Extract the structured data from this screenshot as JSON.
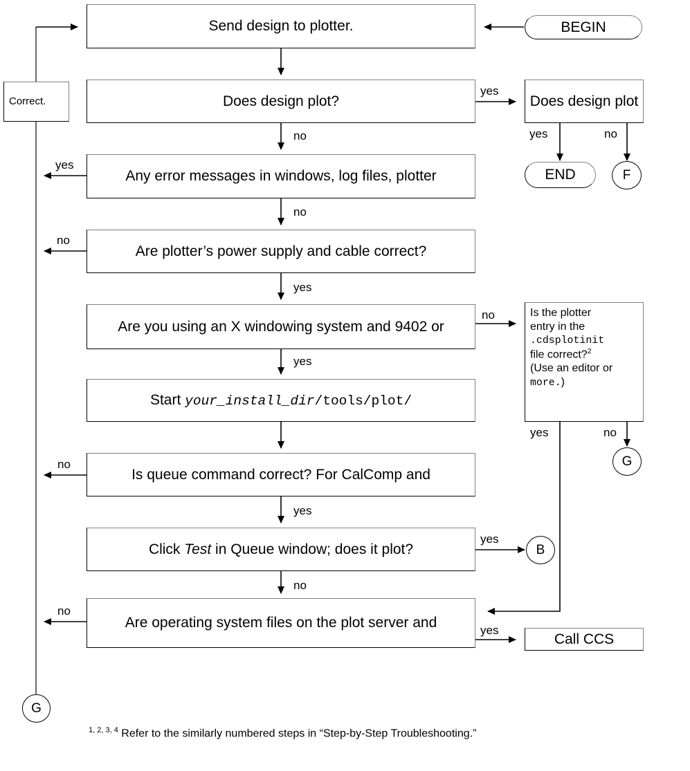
{
  "diagram": {
    "title": "Plotter troubleshooting flowchart",
    "colors": {
      "line": "#000000",
      "box_border": "#000000",
      "box_shadow_border": "#808080",
      "background": "#ffffff"
    },
    "nodes": {
      "begin": "BEGIN",
      "send_design": "Send design to plotter.",
      "does_design_plot_q": "Does design plot?",
      "does_design_plot_r": "Does design plot",
      "end": "END",
      "f_connector": "F",
      "correct": "Correct.",
      "any_error": "Any error messages in windows, log files, plotter",
      "power_supply": "Are plotter’s power supply and cable correct?",
      "x_windowing": "Are you using an X windowing system and 9402 or",
      "start_dir_prefix": "Start ",
      "start_dir_italic": "your_install_dir",
      "start_dir_suffix": "/tools/plot/",
      "plotter_entry_line1": "Is the plotter",
      "plotter_entry_line2": "entry in the",
      "plotter_entry_mono1": ".cdsplotinit",
      "plotter_entry_line3": "file correct?",
      "plotter_entry_footnote_ref": "2",
      "plotter_entry_line4": "(Use an editor or",
      "plotter_entry_mono2": "more.",
      "plotter_entry_line4_close": ")",
      "g_connector_right": "G",
      "queue_command": "Is queue command correct? For CalComp and",
      "click_test_prefix": "Click ",
      "click_test_italic": "Test",
      "click_test_suffix": " in Queue window; does it plot?",
      "b_connector": "B",
      "os_files": "Are operating system files on the plot server and",
      "call_ccs": "Call CCS",
      "g_connector_bottom": "G"
    },
    "edge_labels": {
      "does_design_plot_yes": "yes",
      "does_design_plot_no": "no",
      "result_yes": "yes",
      "result_no": "no",
      "any_error_yes": "yes",
      "any_error_no": "no",
      "power_no": "no",
      "power_yes": "yes",
      "x_windowing_no": "no",
      "x_windowing_yes": "yes",
      "plotter_entry_yes": "yes",
      "plotter_entry_no": "no",
      "queue_no": "no",
      "queue_yes": "yes",
      "click_test_yes": "yes",
      "click_test_no": "no",
      "os_files_no": "no",
      "os_files_yes": "yes"
    },
    "footnote": {
      "refs": "1, 2, 3, 4",
      "text": "Refer to the similarly numbered steps in “Step-by-Step Troubleshooting.”"
    }
  }
}
